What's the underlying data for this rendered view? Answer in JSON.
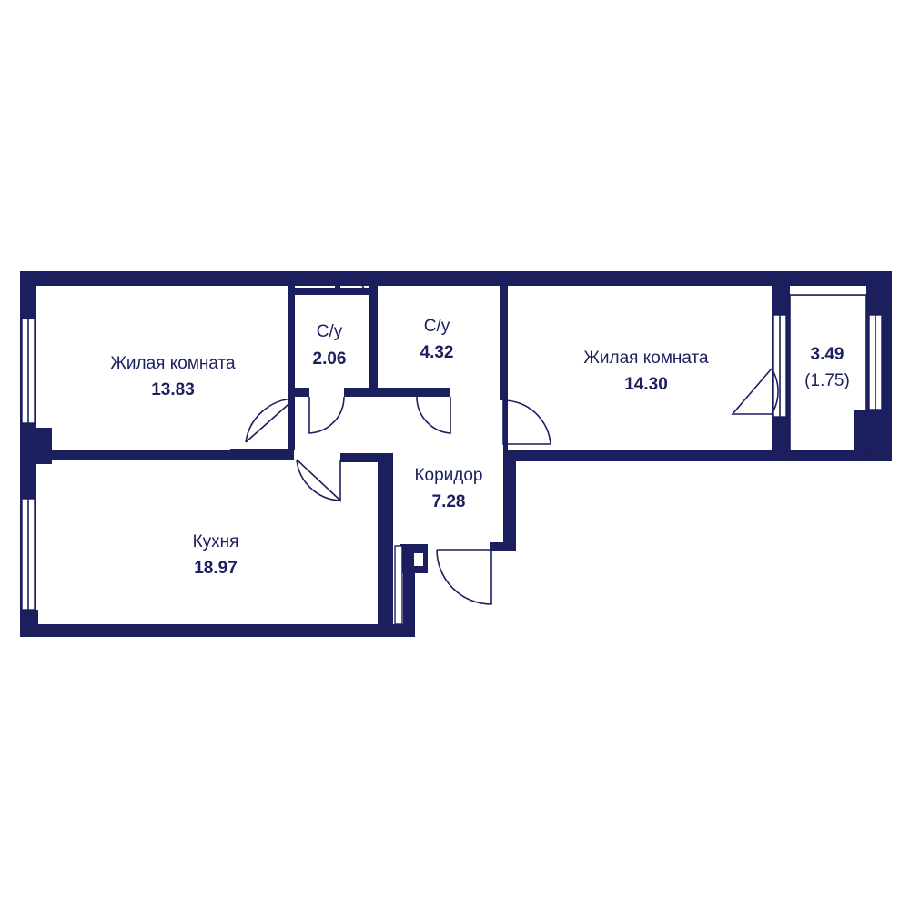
{
  "colors": {
    "wall": "#1b1f5e",
    "background": "#ffffff"
  },
  "rooms": [
    {
      "id": "living-room-1",
      "name": "Жилая комната",
      "area": "13.83"
    },
    {
      "id": "bathroom-1",
      "name": "С/у",
      "area": "2.06"
    },
    {
      "id": "bathroom-2",
      "name": "С/у",
      "area": "4.32"
    },
    {
      "id": "living-room-2",
      "name": "Жилая комната",
      "area": "14.30"
    },
    {
      "id": "balcony",
      "name": "",
      "area": "3.49",
      "sub_area": "(1.75)"
    },
    {
      "id": "corridor",
      "name": "Коридор",
      "area": "7.28"
    },
    {
      "id": "kitchen",
      "name": "Кухня",
      "area": "18.97"
    }
  ]
}
